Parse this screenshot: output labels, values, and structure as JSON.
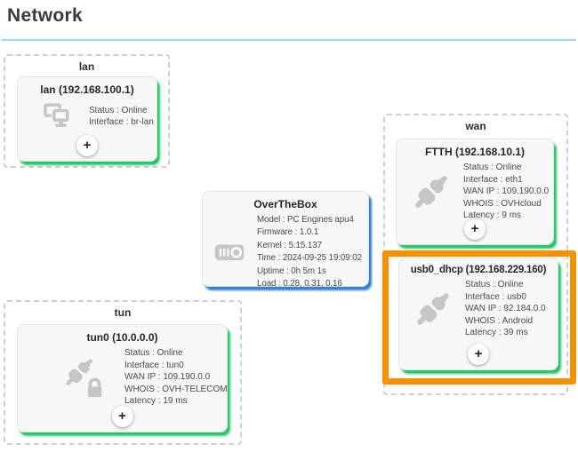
{
  "header": {
    "title": "Network",
    "underline_color": "#a3d9e9"
  },
  "colors": {
    "node_shadow_green": "#26c567",
    "node_shadow_blue": "#2d7fd9",
    "highlight_orange": "#f59204",
    "card_background": "#f7f7f7",
    "dashed_border": "#cfcfcf",
    "icon_gray": "#c6c6c6"
  },
  "ui": {
    "add_label": "+"
  },
  "groups": {
    "lan": {
      "label": "lan"
    },
    "wan": {
      "label": "wan"
    },
    "tun": {
      "label": "tun"
    }
  },
  "nodes": {
    "lan": {
      "icon": "lan-network-icon",
      "title": "lan (192.168.100.1)",
      "lines": [
        "Status : Online",
        "Interface : br-lan"
      ]
    },
    "ftth": {
      "icon": "plug-icon",
      "title": "FTTH (192.168.10.1)",
      "lines": [
        "Status : Online",
        "Interface : eth1",
        "WAN IP : 109.190.0.0",
        "WHOIS : OVHcloud",
        "Latency : 9 ms"
      ]
    },
    "usb0": {
      "icon": "plug-icon",
      "title": "usb0_dhcp (192.168.229.160)",
      "lines": [
        "Status : Online",
        "Interface : usb0",
        "WAN IP : 92.184.0.0",
        "WHOIS : Android",
        "Latency : 39 ms"
      ],
      "highlighted": true
    },
    "otb": {
      "icon": "router-box-icon",
      "title": "OverTheBox",
      "lines": [
        "Model : PC Engines apu4",
        "Firmware : 1.0.1",
        "Kernel : 5.15.137",
        "Time : 2024-09-25 19:09:02",
        "Uptime : 0h 5m 1s",
        "Load : 0.28, 0.31, 0.16"
      ]
    },
    "tun0": {
      "icon": "plug-lock-icon",
      "title": "tun0 (10.0.0.0)",
      "lines": [
        "Status : Online",
        "Interface : tun0",
        "WAN IP : 109.190.0.0",
        "WHOIS : OVH-TELECOM",
        "Latency : 19 ms"
      ]
    }
  }
}
